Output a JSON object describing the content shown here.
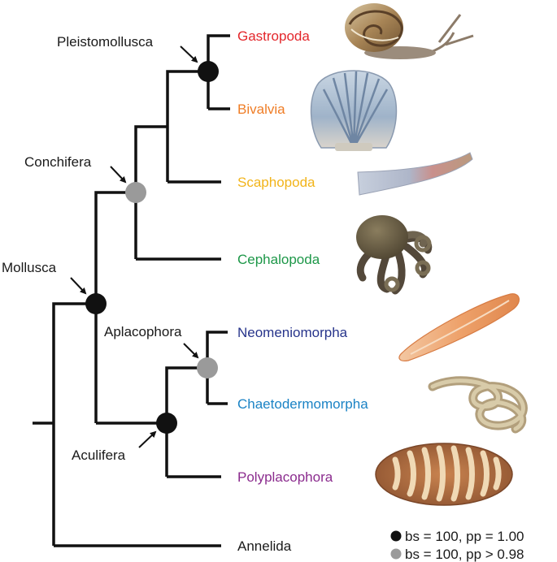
{
  "taxa": [
    {
      "id": "gastropoda",
      "label": "Gastropoda",
      "color": "#e3262b"
    },
    {
      "id": "bivalvia",
      "label": "Bivalvia",
      "color": "#ef7d26"
    },
    {
      "id": "scaphopoda",
      "label": "Scaphopoda",
      "color": "#f2b41a"
    },
    {
      "id": "cephalopoda",
      "label": "Cephalopoda",
      "color": "#1d9748"
    },
    {
      "id": "neomeniomorpha",
      "label": "Neomeniomorpha",
      "color": "#27348b"
    },
    {
      "id": "chaetodermomorpha",
      "label": "Chaetodermomorpha",
      "color": "#1b83c5"
    },
    {
      "id": "polyplacophora",
      "label": "Polyplacophora",
      "color": "#8b2c8e"
    },
    {
      "id": "annelida",
      "label": "Annelida",
      "color": "#1a1a1a"
    }
  ],
  "clades": [
    {
      "id": "pleistomollusca",
      "label": "Pleistomollusca",
      "support": "black"
    },
    {
      "id": "conchifera",
      "label": "Conchifera",
      "support": "gray"
    },
    {
      "id": "mollusca",
      "label": "Mollusca",
      "support": "black"
    },
    {
      "id": "aplacophora",
      "label": "Aplacophora",
      "support": "gray"
    },
    {
      "id": "aculifera",
      "label": "Aculifera",
      "support": "black"
    }
  ],
  "legend": [
    {
      "id": "black",
      "color": "#111111",
      "label": "bs = 100, pp = 1.00"
    },
    {
      "id": "gray",
      "color": "#9a9a9a",
      "label": "bs = 100, pp > 0.98"
    }
  ]
}
